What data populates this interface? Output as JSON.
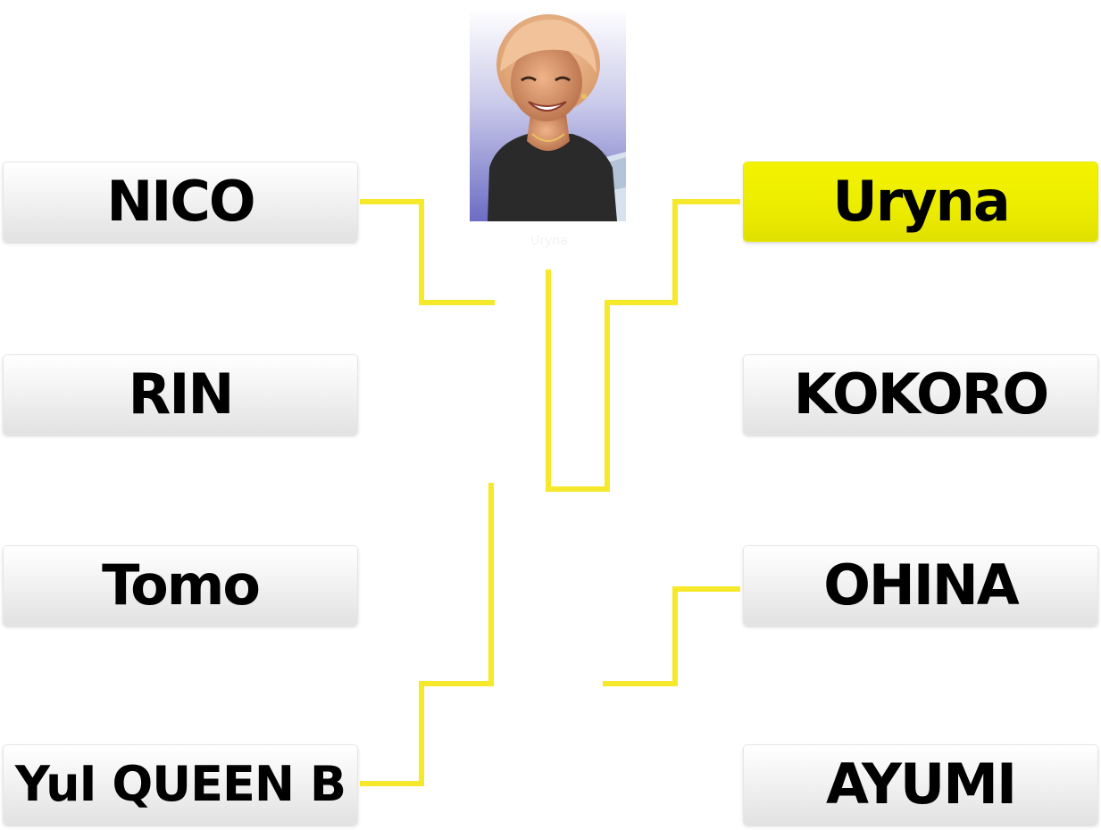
{
  "bracket": {
    "left_players": [
      "NICO",
      "RIN",
      "Tomo",
      "YuI QUEEN B"
    ],
    "right_players": [
      "Uryna",
      "KOKORO",
      "OHINA",
      "AYUMI"
    ],
    "champion": "Uryna",
    "champion_caption": "Uryna"
  },
  "colors": {
    "line": "#f6e82a",
    "winner_box": "#f0f000",
    "box_bg": "#eeeeee",
    "text": "#000000"
  },
  "icons": {
    "champion_photo": "champion-portrait-photo"
  }
}
